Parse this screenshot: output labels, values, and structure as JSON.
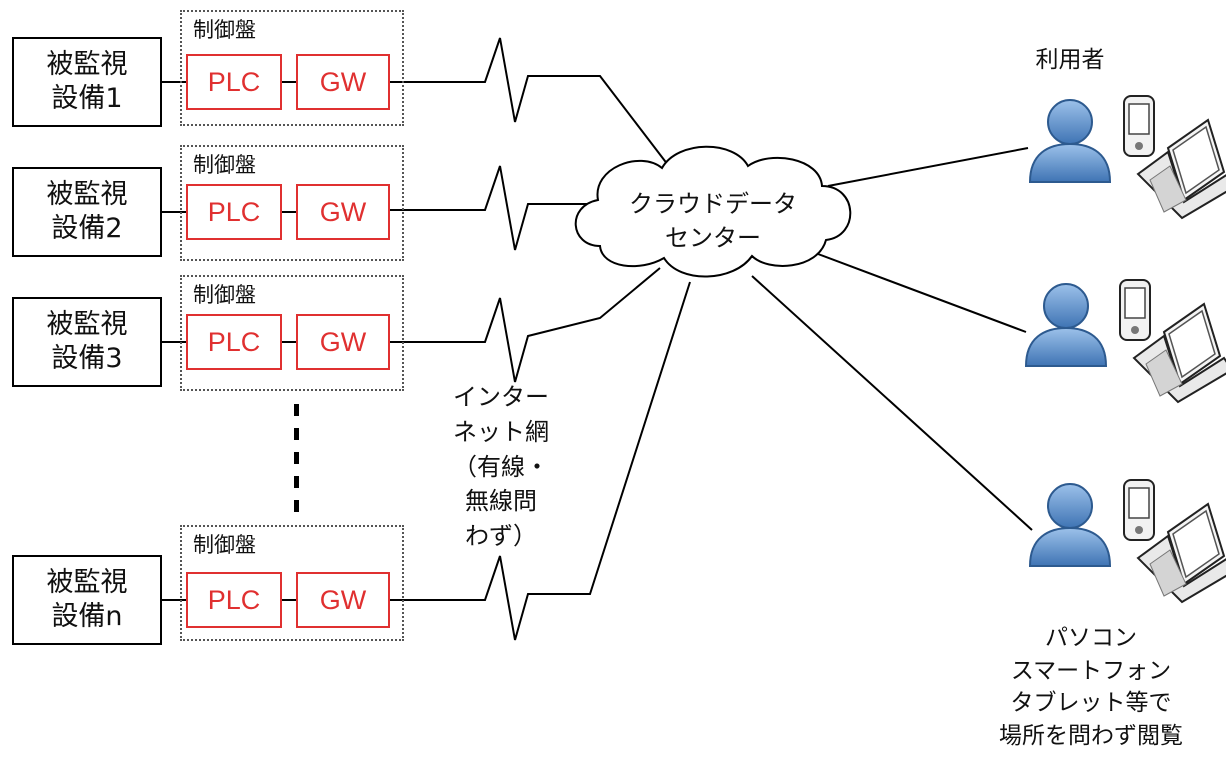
{
  "equipment": [
    {
      "line1": "被監視",
      "line2": "設備1"
    },
    {
      "line1": "被監視",
      "line2": "設備2"
    },
    {
      "line1": "被監視",
      "line2": "設備3"
    },
    {
      "line1": "被監視",
      "line2": "設備n"
    }
  ],
  "panel_label": "制御盤",
  "plc_label": "PLC",
  "gw_label": "GW",
  "cloud": {
    "line1": "クラウドデータ",
    "line2": "センター"
  },
  "network": [
    "インター",
    "ネット網",
    "（有線・",
    "無線問",
    "わず）"
  ],
  "users_label": "利用者",
  "devices": [
    "パソコン",
    "スマートフォン",
    "タブレット等で",
    "場所を問わず閲覧"
  ],
  "colors": {
    "accent_red": "#e03030",
    "user_blue": "#5b8fc9"
  },
  "icons": [
    "user-icon",
    "smartphone-icon",
    "laptop-icon"
  ]
}
